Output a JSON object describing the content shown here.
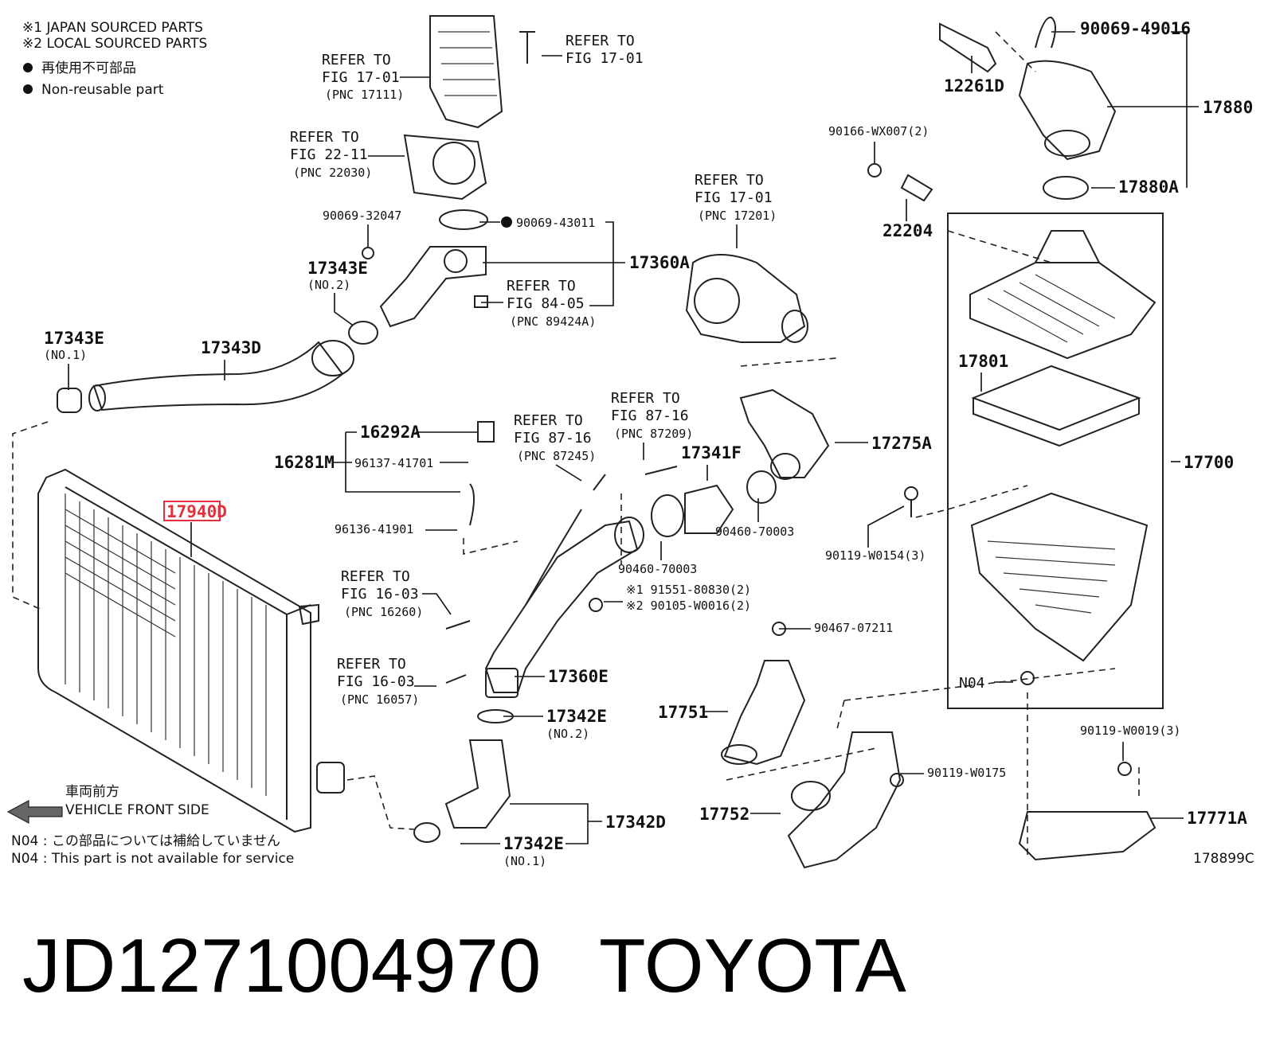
{
  "legend": {
    "line1": "※1 JAPAN SOURCED PARTS",
    "line2": "※2 LOCAL SOURCED PARTS",
    "non_reusable_jp": "再使用不可部品",
    "non_reusable_en": "Non-reusable part"
  },
  "direction": {
    "jp": "車両前方",
    "en": "VEHICLE FRONT SIDE"
  },
  "footnote": {
    "jp": "N04 : この部品については補給していません",
    "en": "N04 : This part is not available for service"
  },
  "figure_code": "178899C",
  "highlighted_part": "17940D",
  "refs": {
    "r1": {
      "a": "REFER TO",
      "b": "FIG 17-01",
      "c": "(PNC 17111)"
    },
    "r2": {
      "a": "REFER TO",
      "b": "FIG 17-01"
    },
    "r3": {
      "a": "REFER TO",
      "b": "FIG 22-11",
      "c": "(PNC 22030)"
    },
    "r4": {
      "a": "REFER TO",
      "b": "FIG 17-01",
      "c": "(PNC 17201)"
    },
    "r5": {
      "a": "REFER TO",
      "b": "FIG 84-05",
      "c": "(PNC 89424A)"
    },
    "r6": {
      "a": "REFER TO",
      "b": "FIG 87-16",
      "c": "(PNC 87209)"
    },
    "r7": {
      "a": "REFER TO",
      "b": "FIG 87-16",
      "c": "(PNC 87245)"
    },
    "r8": {
      "a": "REFER TO",
      "b": "FIG 16-03",
      "c": "(PNC 16260)"
    },
    "r9": {
      "a": "REFER TO",
      "b": "FIG 16-03",
      "c": "(PNC 16057)"
    }
  },
  "parts": {
    "p90069_49016": "90069-49016",
    "p12261D": "12261D",
    "p17880": "17880",
    "p90166": "90166-WX007(2)",
    "p17880A": "17880A",
    "p22204": "22204",
    "p90069_32047": "90069-32047",
    "p90069_43011": "90069-43011",
    "p17343E_2": "17343E",
    "no2_a": "(NO.2)",
    "p17360A": "17360A",
    "p17343E_1": "17343E",
    "no1_a": "(NO.1)",
    "p17343D": "17343D",
    "p17801": "17801",
    "p16292A": "16292A",
    "p16281M": "16281M",
    "p96137": "96137-41701",
    "p17341F": "17341F",
    "p17275A": "17275A",
    "p17700": "17700",
    "p96136": "96136-41901",
    "p90460_a": "90460-70003",
    "p90460_b": "90460-70003",
    "p90119_w0154": "90119-W0154(3)",
    "p91551": "※1  91551-80830(2)",
    "p90105": "※2  90105-W0016(2)",
    "p90467": "90467-07211",
    "p17360E": "17360E",
    "pN04": "N04",
    "p17342E_2": "17342E",
    "no2_b": "(NO.2)",
    "p17751": "17751",
    "p90119_w0019": "90119-W0019(3)",
    "p90119_w0175": "90119-W0175",
    "p17752": "17752",
    "p17771A": "17771A",
    "p17342D": "17342D",
    "p17342E_1": "17342E",
    "no1_b": "(NO.1)"
  },
  "caption": {
    "part_number": "JD1271004970",
    "brand": "TOYOTA"
  }
}
